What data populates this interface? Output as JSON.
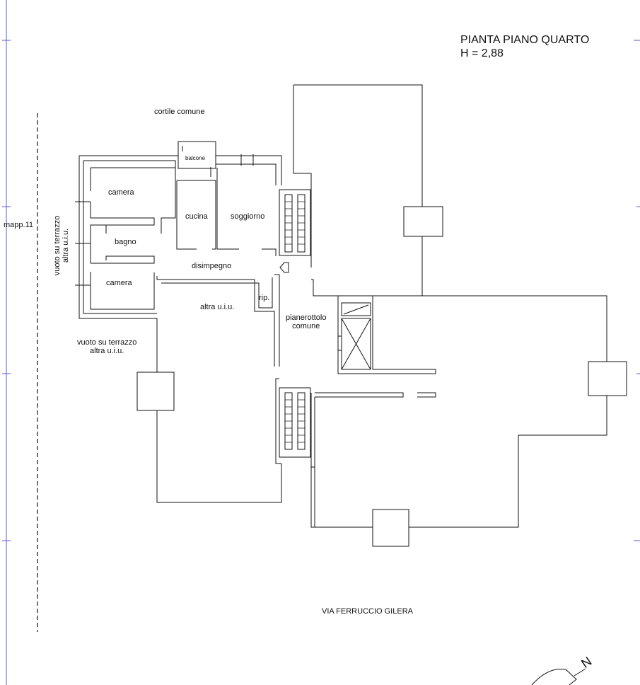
{
  "header": {
    "title": "PIANTA PIANO QUARTO",
    "height": "H = 2,88"
  },
  "labels": {
    "cortile": "cortile comune",
    "balcone": "balcone",
    "camera_top": "camera",
    "cucina": "cucina",
    "soggiorno": "soggiorno",
    "bagno": "bagno",
    "disimpegno": "disimpegno",
    "camera_bottom": "camera",
    "altra_uiu": "altra u.i.u.",
    "rip": "rip.",
    "pianerottolo_1": "pianerottolo",
    "pianerottolo_2": "comune",
    "vuoto_bottom_1": "vuoto su terrazzo",
    "vuoto_bottom_2": "altra u.i.u.",
    "vuoto_side_1": "vuoto su terrazzo",
    "vuoto_side_2": "altra u.i.u.",
    "mapp": "mapp.11",
    "street": "VIA FERRUCCIO GILERA",
    "north": "N"
  },
  "colors": {
    "line": "#111111",
    "frame": "#5a5ad8"
  }
}
